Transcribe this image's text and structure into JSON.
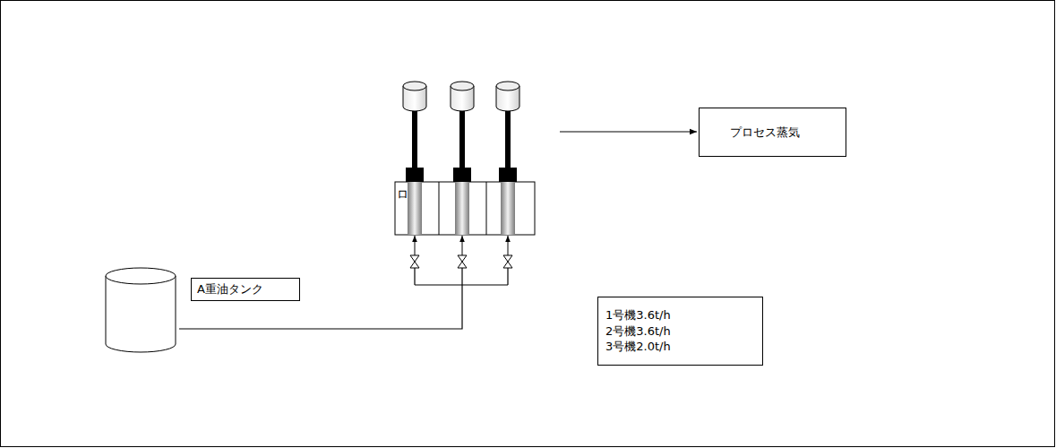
{
  "diagram": {
    "nodes": [
      {
        "text": [
          "A重油タンク"
        ]
      },
      {
        "text": [
          "プロセス蒸気"
        ]
      },
      {
        "text": [
          "1号機3.6t/h",
          "2号機3.6t/h",
          "3号機2.0t/h"
        ]
      }
    ],
    "labels": [
      "ロ"
    ]
  }
}
